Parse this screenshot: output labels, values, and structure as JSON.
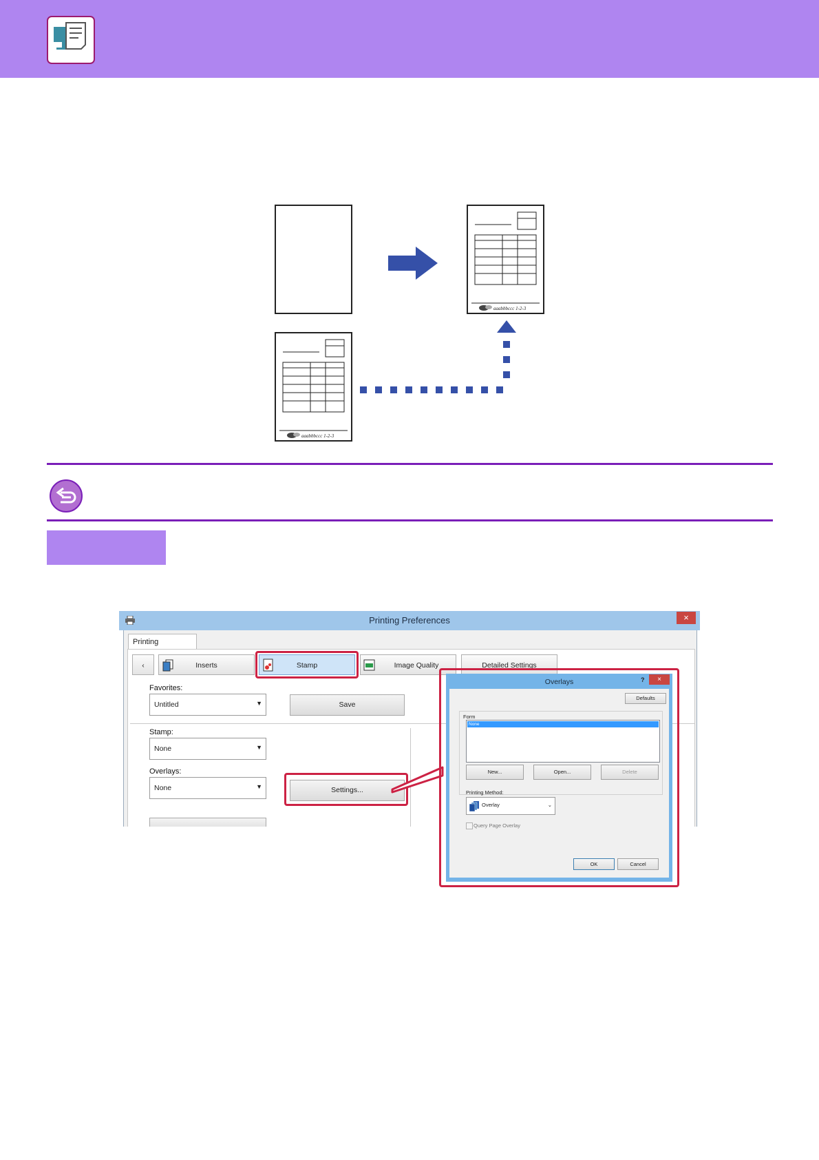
{
  "header": {
    "icon": "printer-computer-icon",
    "color": "#af85f0"
  },
  "diagram": {
    "overlay_footer_text": "aaabbbccc 1-2-3",
    "arrow_color": "#3550a8"
  },
  "note": {
    "icon": "back-reference-icon",
    "rule_color": "#7a1fb8"
  },
  "printing_preferences": {
    "title": "Printing Preferences",
    "close": "×",
    "tab": "Printing Preferences",
    "nav_prev": "‹",
    "tabs": {
      "inserts": "Inserts",
      "stamp": "Stamp",
      "image_quality": "Image Quality",
      "detailed": "Detailed Settings"
    },
    "favorites_label": "Favorites:",
    "favorites_value": "Untitled",
    "save_label": "Save",
    "stamp_label": "Stamp:",
    "stamp_value": "None",
    "overlays_label": "Overlays:",
    "overlays_value": "None",
    "settings_label": "Settings...",
    "highlight_color": "#cc2244"
  },
  "overlays_dialog": {
    "title": "Overlays",
    "help": "?",
    "close": "×",
    "defaults_label": "Defaults",
    "form_label": "Form",
    "form_items": [
      "None"
    ],
    "new_label": "New...",
    "open_label": "Open...",
    "delete_label": "Delete",
    "printing_method_label": "Printing Method:",
    "printing_method_value": "Overlay",
    "query_label": "Query Page Overlay",
    "ok_label": "OK",
    "cancel_label": "Cancel"
  }
}
